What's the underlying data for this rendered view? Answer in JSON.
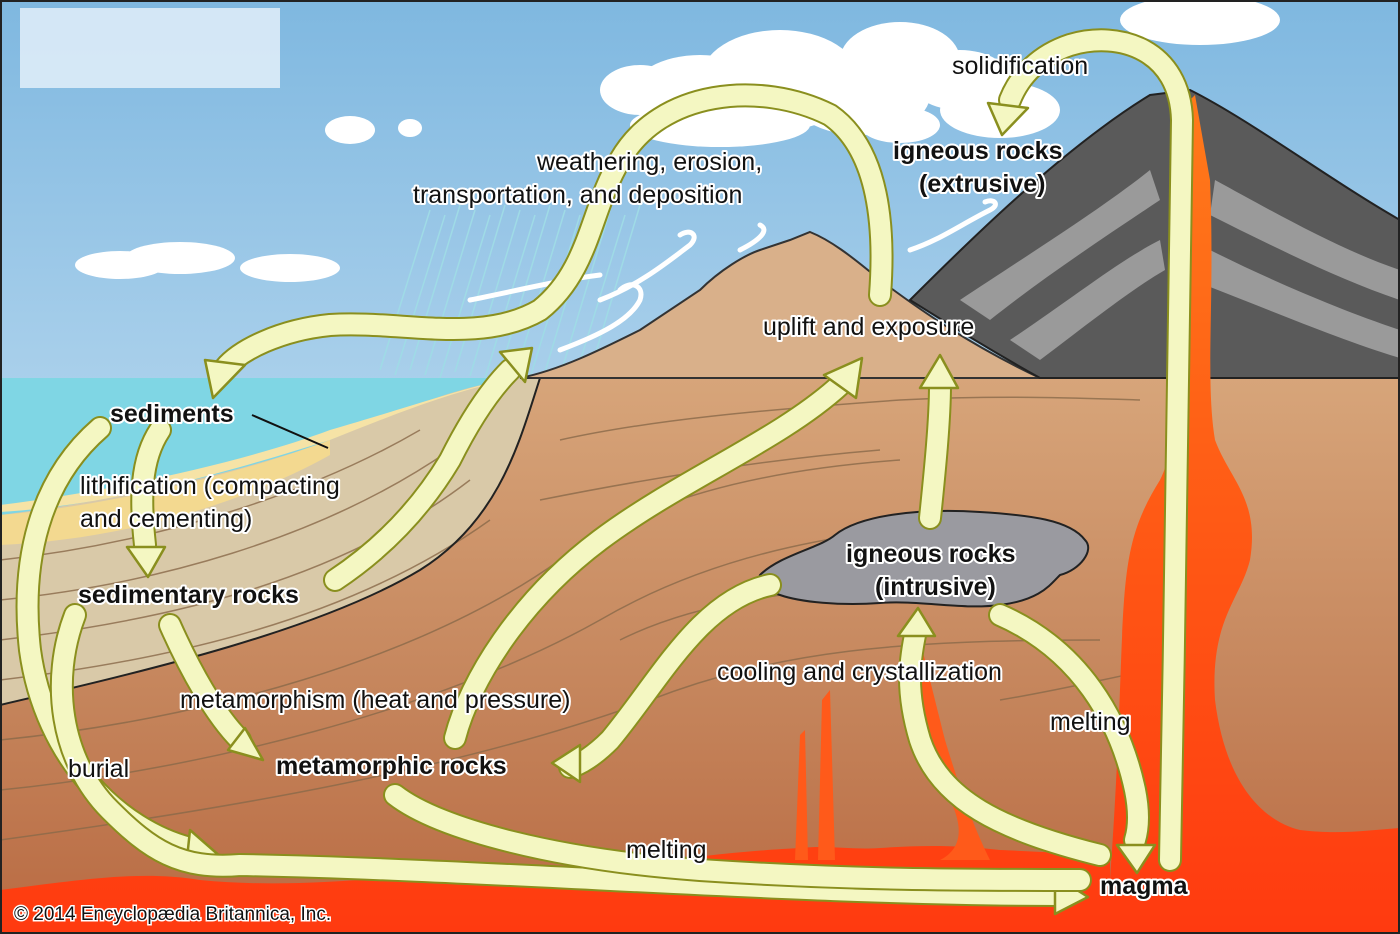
{
  "labels": {
    "solidification": "solidification",
    "igneous_extrusive_1": "igneous rocks",
    "igneous_extrusive_2": "(extrusive)",
    "weathering_1": "weathering, erosion,",
    "weathering_2": "transportation, and deposition",
    "uplift": "uplift and exposure",
    "sediments": "sediments",
    "lithification_1": "lithification (compacting",
    "lithification_2": "and cementing)",
    "sedimentary_rocks": "sedimentary rocks",
    "igneous_intrusive_1": "igneous rocks",
    "igneous_intrusive_2": "(intrusive)",
    "cooling": "cooling and crystallization",
    "metamorphism": "metamorphism (heat and pressure)",
    "melting_right": "melting",
    "burial": "burial",
    "metamorphic_rocks": "metamorphic rocks",
    "melting_bottom": "melting",
    "magma": "magma"
  },
  "copyright": "© 2014 Encyclopædia Britannica, Inc.",
  "colors": {
    "sky_top": "#7fb8e0",
    "sky_bottom": "#e6f2fb",
    "sea": "#7fd6e4",
    "beach": "#f6e3a6",
    "sediment_layers": "#d9c9a8",
    "crust": "#c99066",
    "mountain": "#d9b08a",
    "volcano_dark": "#5a5a5a",
    "volcano_light": "#9a9a9a",
    "magma": "#ff5a1a",
    "intrusion": "#9a9aa0",
    "arrow_fill": "#f4f7c2",
    "arrow_edge": "#8a8f1e"
  }
}
